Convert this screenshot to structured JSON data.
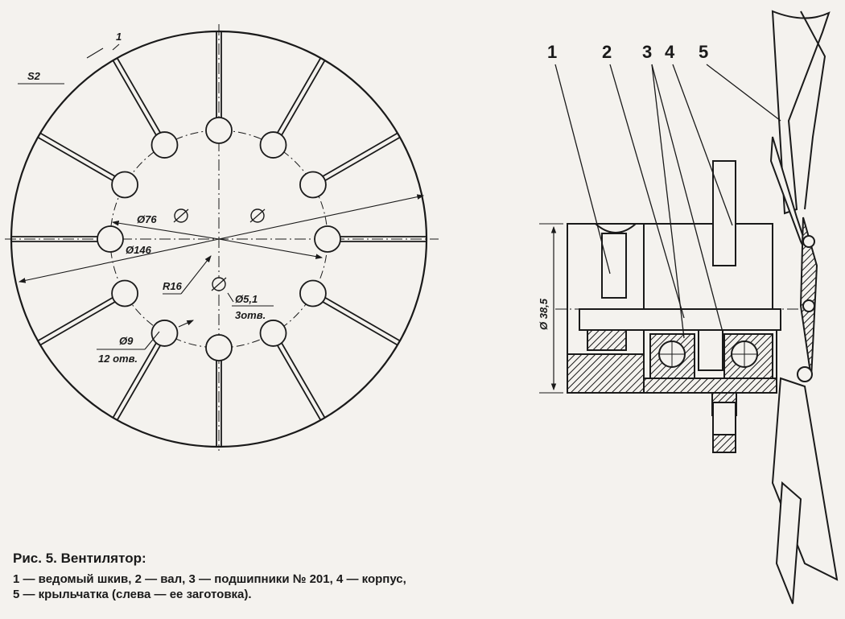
{
  "blank": {
    "thickness_label": "1",
    "material_label": "S2",
    "bolt_circle_label": "Ø76",
    "outer_diameter_label": "Ø146",
    "radius_label": "R16",
    "center_holes_label": "Ø5,1",
    "center_holes_count": "3отв.",
    "rim_holes_label": "Ø9",
    "rim_holes_count": "12 отв."
  },
  "assembly": {
    "callouts": [
      "1",
      "2",
      "3",
      "4",
      "5"
    ],
    "pulley_diameter_label": "Ø 38,5"
  },
  "caption": {
    "title": "Рис. 5. Вентилятор:",
    "line1": "1 — ведомый шкив, 2 — вал, 3 — подшипники № 201, 4 — корпус,",
    "line2": "5 — крыльчатка (слева — ее заготовка)."
  }
}
